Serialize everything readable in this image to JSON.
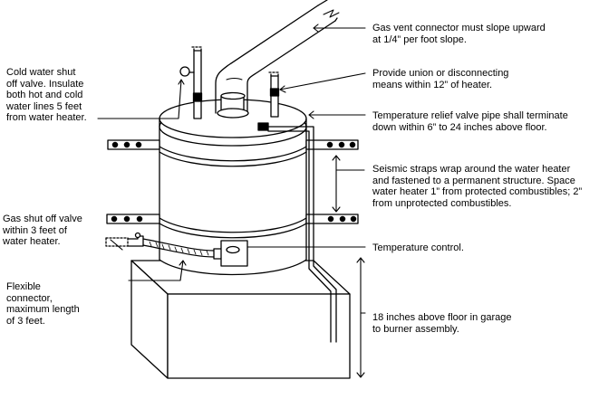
{
  "colors": {
    "ink": "#000000",
    "paper": "#ffffff",
    "shade": "#9a9a9a"
  },
  "labels": {
    "vent": "Gas vent connector must slope upward\nat 1/4” per foot slope.",
    "union": "Provide union or disconnecting\nmeans within 12” of heater.",
    "relief": "Temperature relief valve pipe shall terminate\ndown within 6” to 24 inches above floor.",
    "seismic": "Seismic straps wrap around the water heater\nand fastened to a permanent structure.  Space\nwater heater 1” from protected combustibles; 2”\nfrom unprotected combustibles.",
    "temp_control": "Temperature control.",
    "floor_height": "18 inches above floor in garage\nto burner assembly.",
    "cold_water": "Cold water shut\noff valve. Insulate\nboth hot and cold\nwater lines 5 feet\nfrom water heater.",
    "gas_valve": "Gas shut off valve\nwithin 3 feet of\nwater heater.",
    "connector": "Flexible\nconnector,\nmaximum length\nof 3 feet."
  }
}
